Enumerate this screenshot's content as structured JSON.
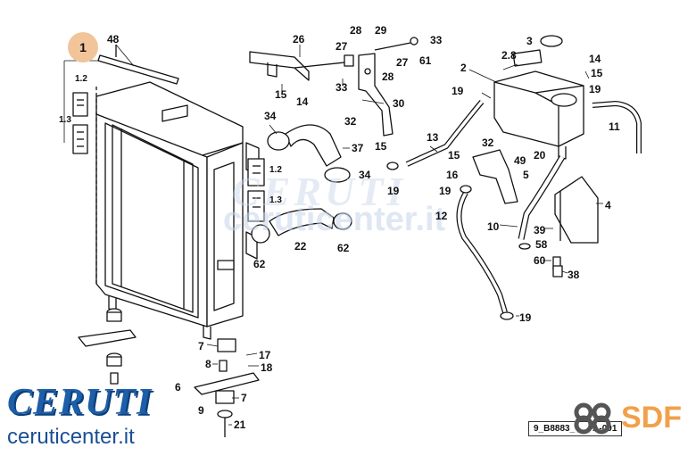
{
  "diagram": {
    "callouts": {
      "c1": "1",
      "c48": "48",
      "c1_2a": "1.2",
      "c1_3a": "1.3",
      "c1_2b": "1.2",
      "c1_3b": "1.3",
      "c26": "26",
      "c28": "28",
      "c29": "29",
      "c27a": "27",
      "c27b": "27",
      "c33a": "33",
      "c33b": "33",
      "c15a": "15",
      "c14a": "14",
      "c28b": "28",
      "c61": "61",
      "c30": "30",
      "c34a": "34",
      "c32a": "32",
      "c15b": "15",
      "c37": "37",
      "c34b": "34",
      "c22": "22",
      "c62a": "62",
      "c62b": "62",
      "c3": "3",
      "c2": "2",
      "c2_8": "2.8",
      "c14b": "14",
      "c15c": "15",
      "c19a": "19",
      "c19b": "19",
      "c13": "13",
      "c32b": "32",
      "c15d": "15",
      "c16": "16",
      "c49": "49",
      "c20": "20",
      "c5": "5",
      "c11": "11",
      "c4": "4",
      "c19c": "19",
      "c12": "12",
      "c10": "10",
      "c39": "39",
      "c58": "58",
      "c60": "60",
      "c38": "38",
      "c19d": "19",
      "c7a": "7",
      "c17": "17",
      "c8": "8",
      "c18": "18",
      "c6": "6",
      "c7b": "7",
      "c9": "9",
      "c21": "21"
    },
    "diagram_code": "9_B8883_ _ _-A-001",
    "watermark": "ceruticenter.it",
    "watermark_brand": "CERUTI"
  },
  "branding": {
    "name": "CERUTI",
    "site": "ceruticenter.it",
    "partner": "SDF"
  },
  "colors": {
    "brand_blue": "#1d5ea8",
    "sdf_orange": "#f2a04a",
    "badge": "#f2c49a"
  }
}
